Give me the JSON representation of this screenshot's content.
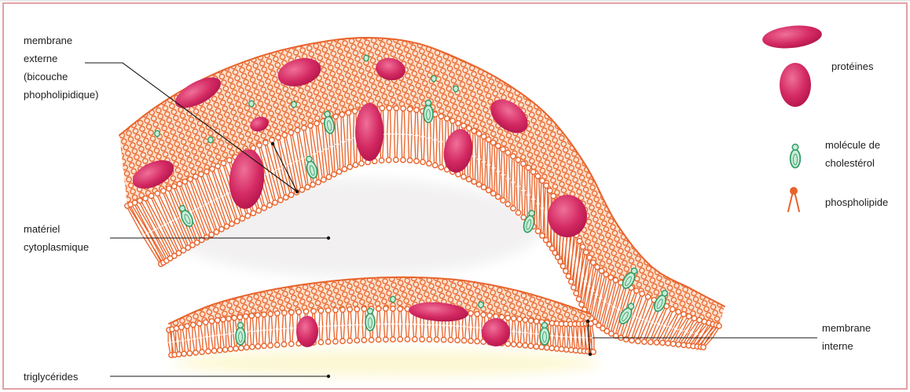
{
  "diagram": {
    "labels": {
      "membrane_externe": [
        "membrane",
        "externe",
        "(bicouche",
        "phopholipidique)"
      ],
      "materiel_cytoplasmique": [
        "matériel",
        "cytoplasmique"
      ],
      "triglycerides": "triglycérides",
      "membrane_interne": [
        "membrane",
        "interne"
      ]
    },
    "legend": {
      "proteines": "protéines",
      "cholesterol": [
        "molécule de",
        "cholestérol"
      ],
      "phospholipide": "phospholipide"
    }
  },
  "icons": {
    "protein": "protein-icon",
    "cholesterol": "cholesterol-icon",
    "phospholipid": "phospholipid-icon"
  },
  "colors": {
    "phospholipid": "#e8632b",
    "phospholipid_surface": "#fde3cf",
    "bilayer_section": "#fffaf6",
    "protein_highlight": "#ef7099",
    "protein": "#d42a63",
    "protein_shadow": "#b3154c",
    "cholesterol": "#2e9a62",
    "cholesterol_fill": "#c9ecd7",
    "triglyceride": "#fcf8d3",
    "cytoplasm": "#efeded",
    "frame": "#e2a1a6",
    "leader": "#151515"
  }
}
